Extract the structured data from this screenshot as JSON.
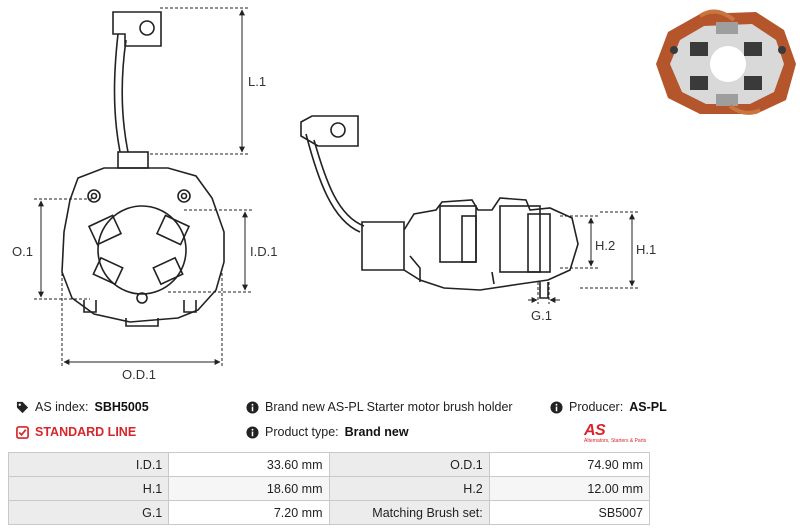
{
  "dimensions": {
    "l1": "L.1",
    "o1": "O.1",
    "id1": "I.D.1",
    "od1": "O.D.1",
    "h1": "H.1",
    "h2": "H.2",
    "g1": "G.1"
  },
  "info": {
    "as_index_label": "AS index:",
    "as_index_value": "SBH5005",
    "description": "Brand new AS-PL Starter motor brush holder",
    "producer_label": "Producer:",
    "producer_value": "AS-PL",
    "standard_line": "STANDARD LINE",
    "product_type_label": "Product type:",
    "product_type_value": "Brand new"
  },
  "logo": {
    "brand": "AS",
    "tagline": "Alternators, Starters & Parts"
  },
  "specs": [
    {
      "label": "I.D.1",
      "value": "33.60 mm",
      "label2": "O.D.1",
      "value2": "74.90 mm"
    },
    {
      "label": "H.1",
      "value": "18.60 mm",
      "label2": "H.2",
      "value2": "12.00 mm"
    },
    {
      "label": "G.1",
      "value": "7.20 mm",
      "label2": "Matching Brush set:",
      "value2": "SB5007"
    }
  ],
  "colors": {
    "accent": "#d7262b",
    "line": "#222222",
    "table_label_bg": "#ececec",
    "photo_copper": "#b4552c"
  }
}
